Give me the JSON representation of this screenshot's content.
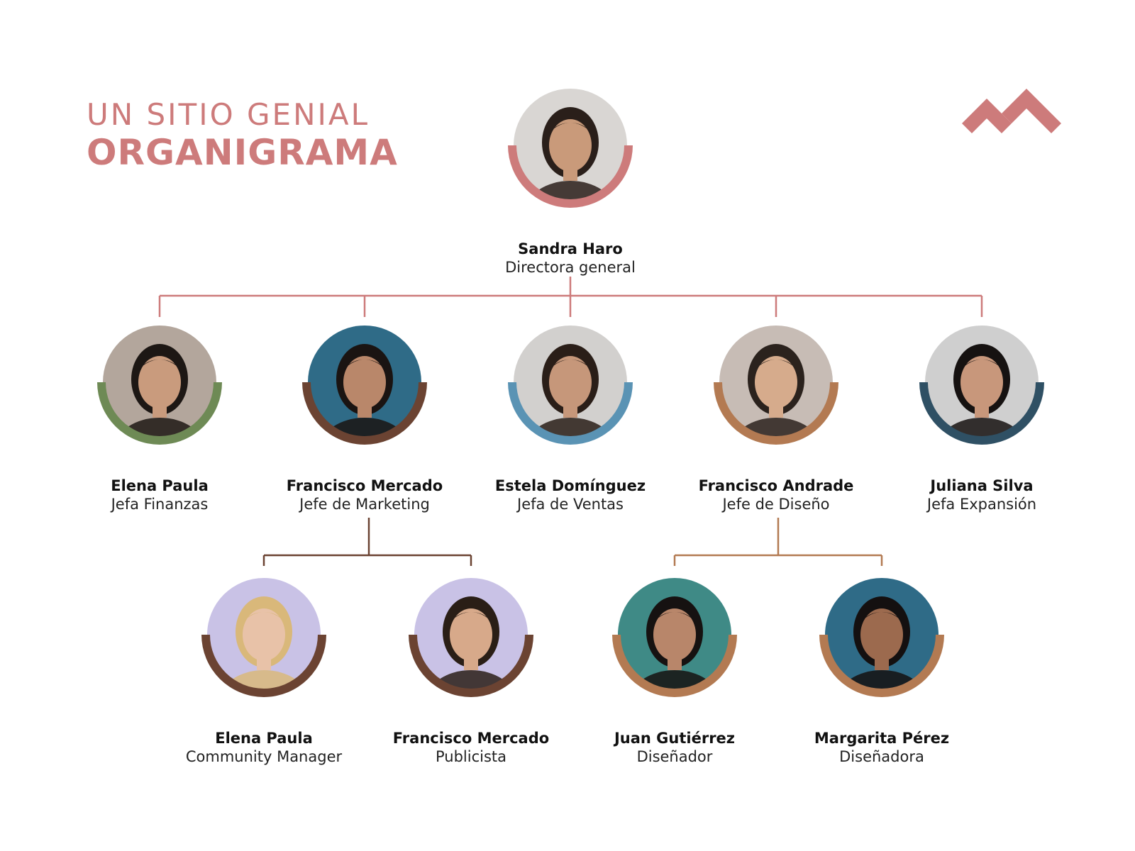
{
  "header": {
    "subtitle": "UN SITIO GENIAL",
    "title": "ORGANIGRAMA",
    "logo_icon": "twin-chevron-logo-icon",
    "accent_color": "#cd7b7b"
  },
  "nodes": [
    {
      "id": "sandra",
      "name": "Sandra Haro",
      "role": "Directora general",
      "ring": "#cd7b7b",
      "bg": "#d9d6d3",
      "skin": "#c99a7a",
      "hair": "#2a1f1a"
    },
    {
      "id": "elena1",
      "name": "Elena Paula",
      "role": "Jefa Finanzas",
      "ring": "#6e8a55",
      "bg": "#b3a69c",
      "skin": "#c99b7d",
      "hair": "#1d1714"
    },
    {
      "id": "francisco1",
      "name": "Francisco Mercado",
      "role": "Jefe de Marketing",
      "ring": "#6b4332",
      "bg": "#2f6b87",
      "skin": "#b9876a",
      "hair": "#1a1412"
    },
    {
      "id": "estela",
      "name": "Estela Domínguez",
      "role": "Jefa de Ventas",
      "ring": "#5a93b4",
      "bg": "#d2d0ce",
      "skin": "#c6977a",
      "hair": "#2a1e18"
    },
    {
      "id": "franciscoA",
      "name": "Francisco Andrade",
      "role": "Jefe de Diseño",
      "ring": "#b37a52",
      "bg": "#c7bcb5",
      "skin": "#d6ab8c",
      "hair": "#2b221d"
    },
    {
      "id": "juliana",
      "name": "Juliana Silva",
      "role": "Jefa Expansión",
      "ring": "#2f5064",
      "bg": "#cfcfcf",
      "skin": "#c8977b",
      "hair": "#161211"
    },
    {
      "id": "elena2",
      "name": "Elena Paula",
      "role": "Community Manager",
      "ring": "#6b4332",
      "bg": "#c9c2e6",
      "skin": "#e8c2a8",
      "hair": "#d9b87a"
    },
    {
      "id": "francisco2",
      "name": "Francisco Mercado",
      "role": "Publicista",
      "ring": "#6b4332",
      "bg": "#c9c2e6",
      "skin": "#d7a98a",
      "hair": "#2a1e16"
    },
    {
      "id": "juan",
      "name": "Juan Gutiérrez",
      "role": "Diseñador",
      "ring": "#b37a52",
      "bg": "#3f8a86",
      "skin": "#b8866a",
      "hair": "#161211"
    },
    {
      "id": "margarita",
      "name": "Margarita Pérez",
      "role": "Diseñadora",
      "ring": "#b37a52",
      "bg": "#2f6b87",
      "skin": "#9c6a4e",
      "hair": "#141010"
    }
  ]
}
